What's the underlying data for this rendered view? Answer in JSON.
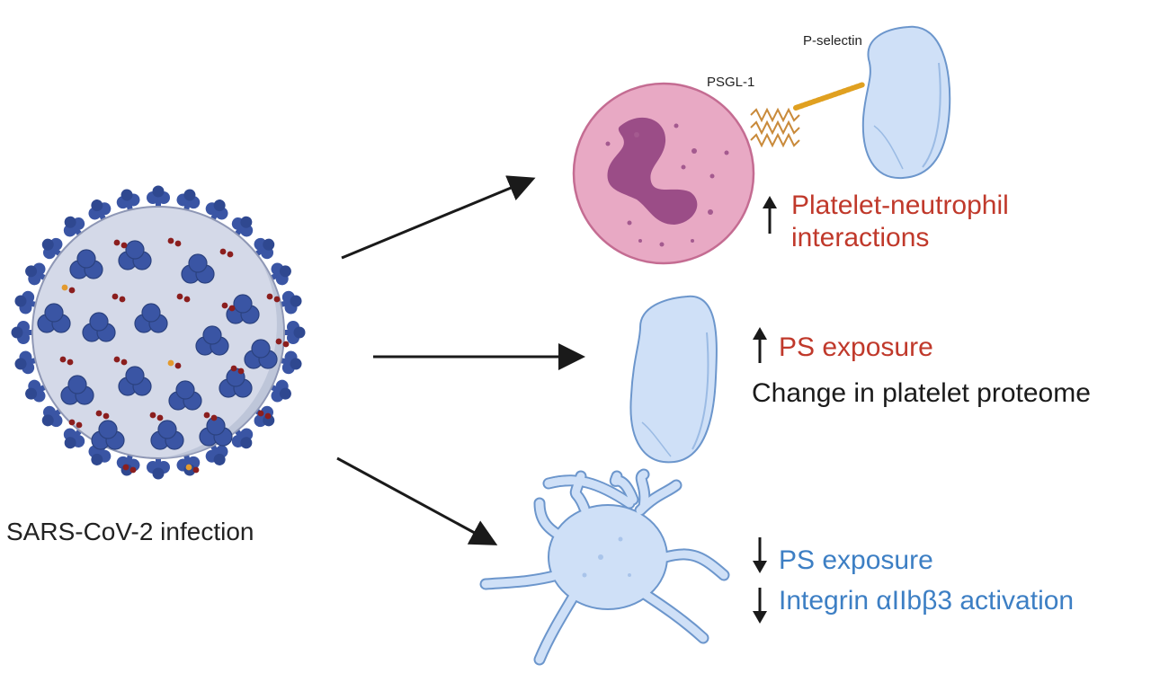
{
  "labels": {
    "infection": "SARS-CoV-2 infection",
    "p_selectin": "P-selectin",
    "psgl1": "PSGL-1",
    "interactions_line1": "Platelet-neutrophil",
    "interactions_line2": "interactions",
    "ps_exposure_up": "PS exposure",
    "proteome_change": "Change in platelet proteome",
    "ps_exposure_down": "PS exposure",
    "integrin_activation": "Integrin αIIbβ3 activation"
  },
  "effects": {
    "platelet_neutrophil_interactions": "increase",
    "ps_exposure_platelet": "increase",
    "ps_exposure_activated": "decrease",
    "integrin_activation": "decrease"
  },
  "colors": {
    "increase_text": "#c0392b",
    "decrease_text": "#3d7fc4",
    "neutral_text": "#1a1a1a",
    "virus_body": "#d4d9e8",
    "virus_spike": "#3a55a4",
    "virus_dot": "#8b1e1e",
    "neutrophil_body": "#e8a9c4",
    "neutrophil_nucleus": "#9b4d87",
    "platelet_fill": "#cfe0f7",
    "platelet_edge": "#6c96cc",
    "psgl1": "#c98a3a",
    "p_selectin": "#e0a020"
  }
}
